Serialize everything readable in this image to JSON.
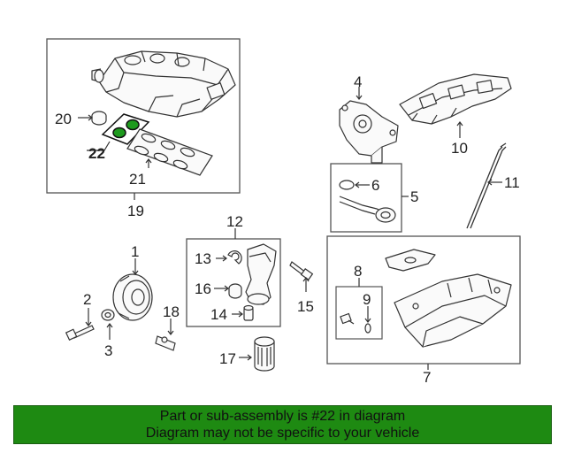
{
  "diagram": {
    "callouts": {
      "c1": "1",
      "c2": "2",
      "c3": "3",
      "c4": "4",
      "c5": "5",
      "c6": "6",
      "c7": "7",
      "c8": "8",
      "c9": "9",
      "c10": "10",
      "c11": "11",
      "c12": "12",
      "c13": "13",
      "c14": "14",
      "c15": "15",
      "c16": "16",
      "c17": "17",
      "c18": "18",
      "c19": "19",
      "c20": "20",
      "c21": "21",
      "c22": "22"
    },
    "highlighted_part": "22",
    "colors": {
      "line": "#333333",
      "highlight": "#1e9a1e",
      "banner": "#1e8a12",
      "text": "#222222"
    }
  },
  "banner": {
    "line1": "Part or sub-assembly is #22 in diagram",
    "line2": "Diagram may not be specific to your vehicle"
  }
}
